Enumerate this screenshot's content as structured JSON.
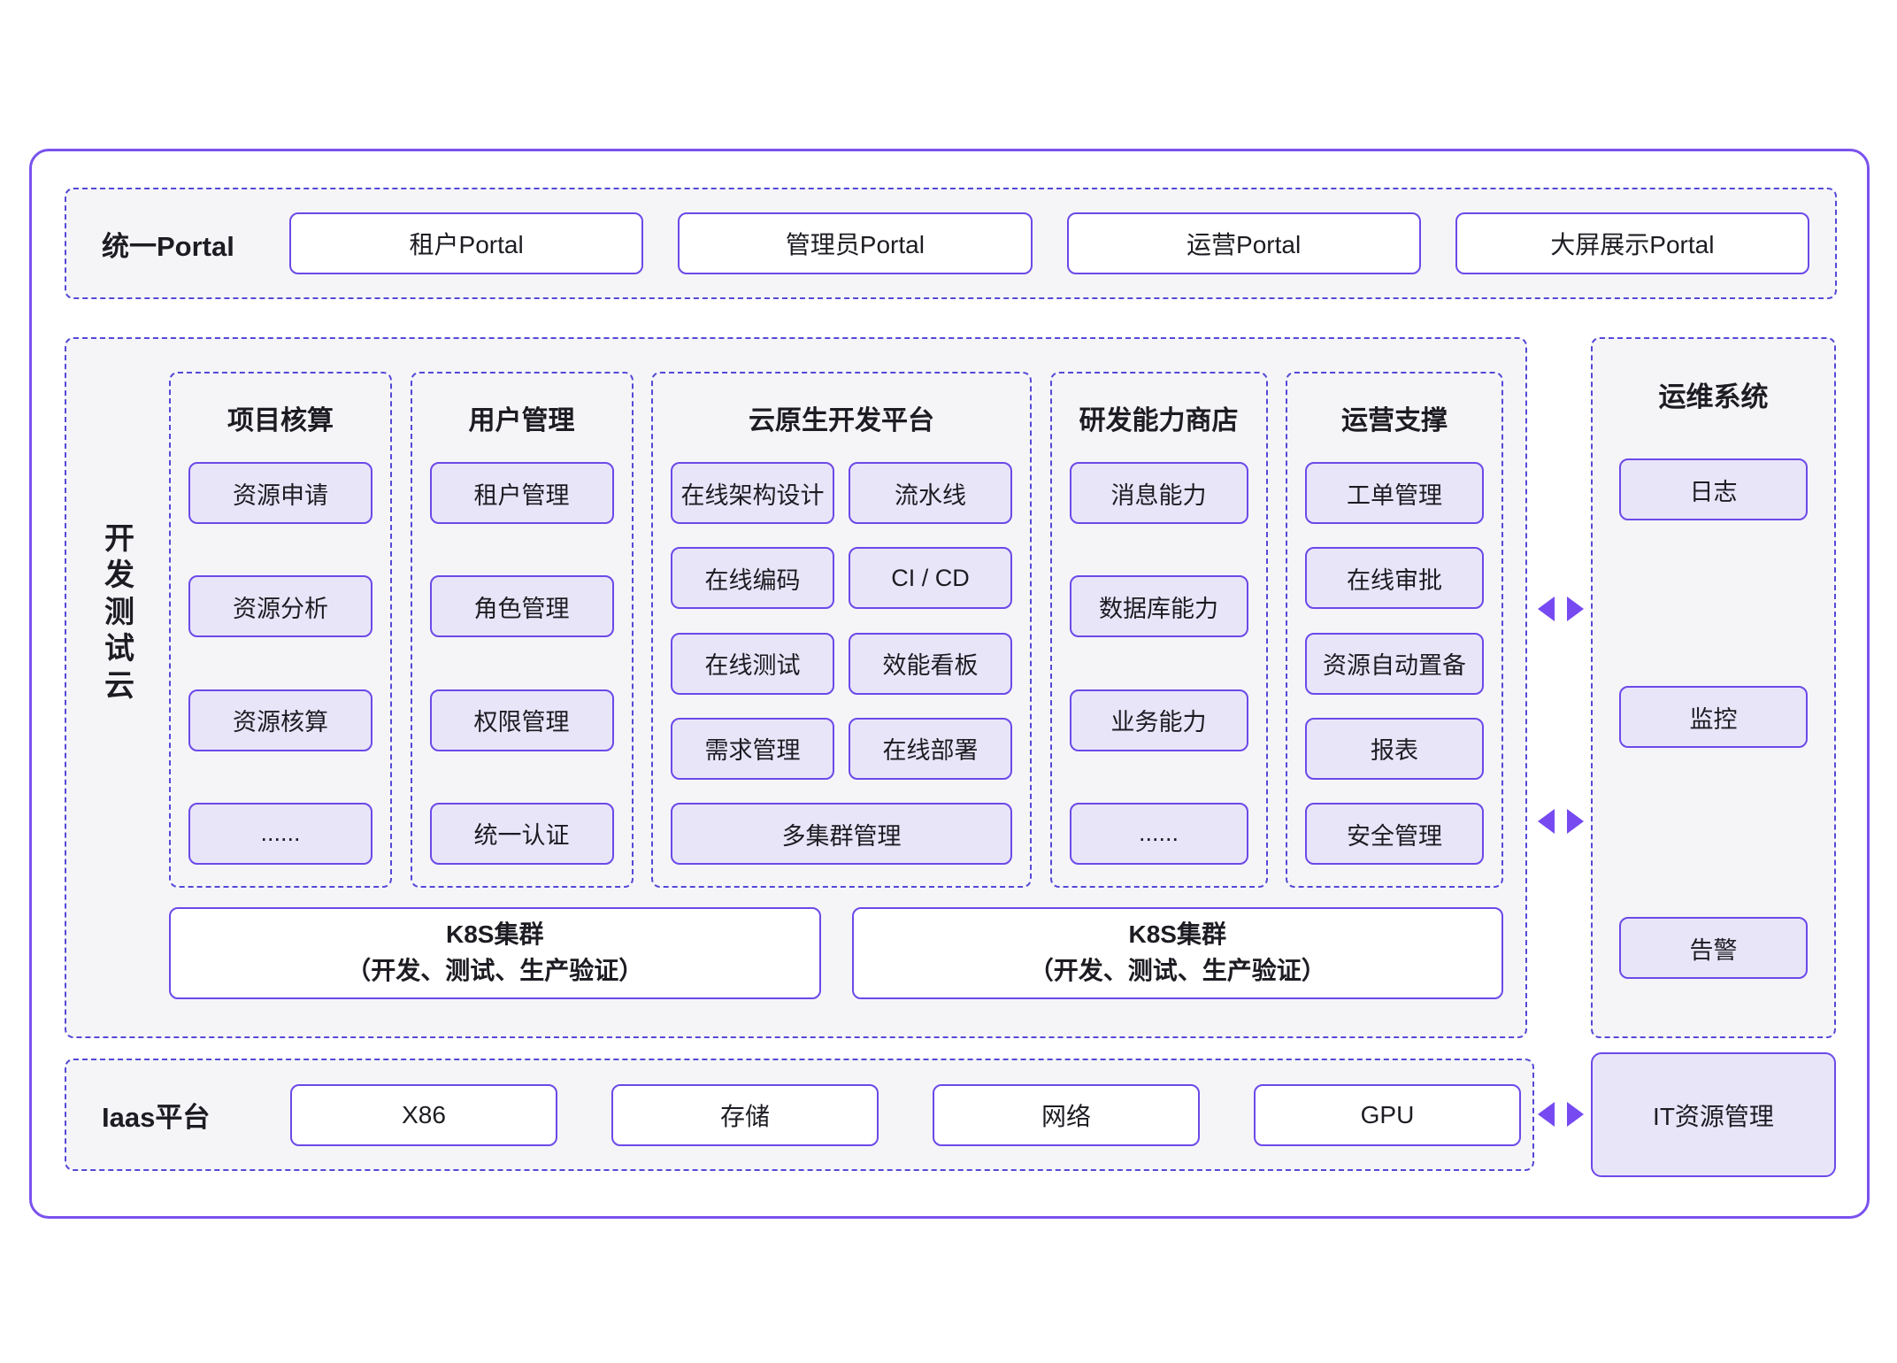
{
  "colors": {
    "outer_border": "#7a52ee",
    "dashed_border": "#5549d6",
    "module_border": "#6c49e8",
    "module_fill": "#e9e5f9",
    "panel_bg": "#f5f5f8",
    "arrow": "#764af0"
  },
  "portal": {
    "label": "统一Portal",
    "items": [
      "租户Portal",
      "管理员Portal",
      "运营Portal",
      "大屏展示Portal"
    ]
  },
  "dev_cloud": {
    "label": "开发测试云",
    "columns": {
      "accounting": {
        "title": "项目核算",
        "items": [
          "资源申请",
          "资源分析",
          "资源核算",
          "......"
        ]
      },
      "users": {
        "title": "用户管理",
        "items": [
          "租户管理",
          "角色管理",
          "权限管理",
          "统一认证"
        ]
      },
      "cloud_native": {
        "title": "云原生开发平台",
        "cells": [
          "在线架构设计",
          "流水线",
          "在线编码",
          "CI / CD",
          "在线测试",
          "效能看板",
          "需求管理",
          "在线部署"
        ],
        "wide": "多集群管理"
      },
      "capability_store": {
        "title": "研发能力商店",
        "items": [
          "消息能力",
          "数据库能力",
          "业务能力",
          "......"
        ]
      },
      "operation_support": {
        "title": "运营支撑",
        "items": [
          "工单管理",
          "在线审批",
          "资源自动置备",
          "报表",
          "安全管理"
        ]
      }
    },
    "k8s_left": {
      "line1": "K8S集群",
      "line2": "（开发、测试、生产验证）"
    },
    "k8s_right": {
      "line1": "K8S集群",
      "line2": "（开发、测试、生产验证）"
    }
  },
  "ops_system": {
    "title": "运维系统",
    "items": [
      "日志",
      "监控",
      "告警"
    ]
  },
  "iaas": {
    "label": "Iaas平台",
    "items": [
      "X86",
      "存储",
      "网络",
      "GPU"
    ]
  },
  "it_management": {
    "label": "IT资源管理"
  }
}
